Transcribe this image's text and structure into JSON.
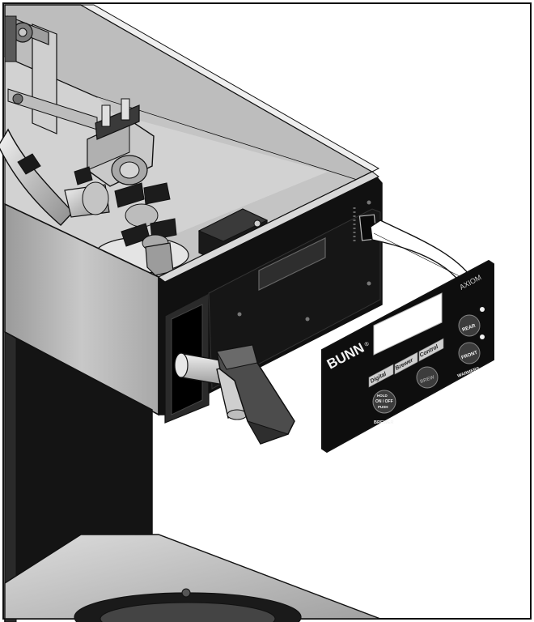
{
  "panel": {
    "brand": "BUNN",
    "brand_mark": "®",
    "model": "AXIOM",
    "logo_digital": "Digital",
    "logo_brewer": "Brewer",
    "logo_control": "Control",
    "buttons": {
      "rear": "REAR",
      "front": "FRONT",
      "brew": "BREW",
      "onoff_top": "HOLD",
      "onoff_mid": "ON / OFF",
      "onoff_bottom": "PUSH"
    },
    "captions": {
      "brewer": "BREWER",
      "warmers": "WARMERS"
    }
  },
  "colors": {
    "line": "#111111",
    "metal_light": "#e6e6e6",
    "metal_mid": "#b8b8b8",
    "metal_dark": "#8a8a8a",
    "panel_black": "#0e0e0e",
    "panel_text": "#f2f2f2"
  }
}
